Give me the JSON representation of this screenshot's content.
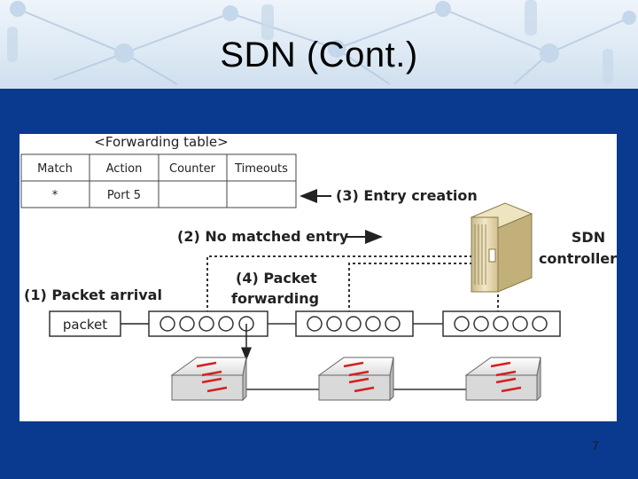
{
  "slide": {
    "title": "SDN (Cont.)",
    "page_number": "7"
  },
  "diagram": {
    "table_caption": "<Forwarding table>",
    "table_headers": [
      "Match",
      "Action",
      "Counter",
      "Timeouts"
    ],
    "table_row": [
      "*",
      "Port 5",
      "",
      ""
    ],
    "labels": {
      "entry_creation": "(3) Entry creation",
      "no_match": "(2) No matched entry",
      "packet_forwarding_line1": "(4) Packet",
      "packet_forwarding_line2": "forwarding",
      "packet_arrival": "(1) Packet arrival",
      "packet": "packet",
      "controller_line1": "SDN",
      "controller_line2": "controller"
    },
    "colors": {
      "arrow_red": "#d42020",
      "slide_blue": "#0a3a8f"
    }
  }
}
